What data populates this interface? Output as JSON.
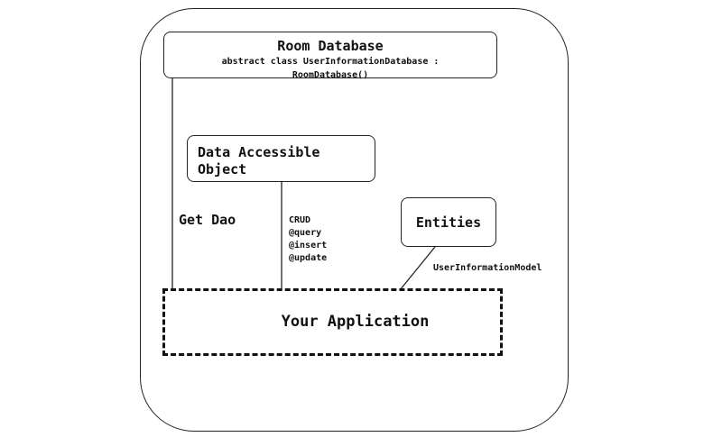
{
  "room_database": {
    "title": "Room Database",
    "line1": "abstract class UserInformationDatabase :",
    "line2": "RoomDatabase()"
  },
  "dao": {
    "line1": "Data Accessible",
    "line2": "Object"
  },
  "entities": {
    "label": "Entities"
  },
  "application": {
    "label": "Your Application"
  },
  "labels": {
    "get_dao": "Get Dao",
    "crud": [
      "CRUD",
      "@query",
      "@insert",
      "@update"
    ],
    "entity_model": "UserInformationModel"
  }
}
